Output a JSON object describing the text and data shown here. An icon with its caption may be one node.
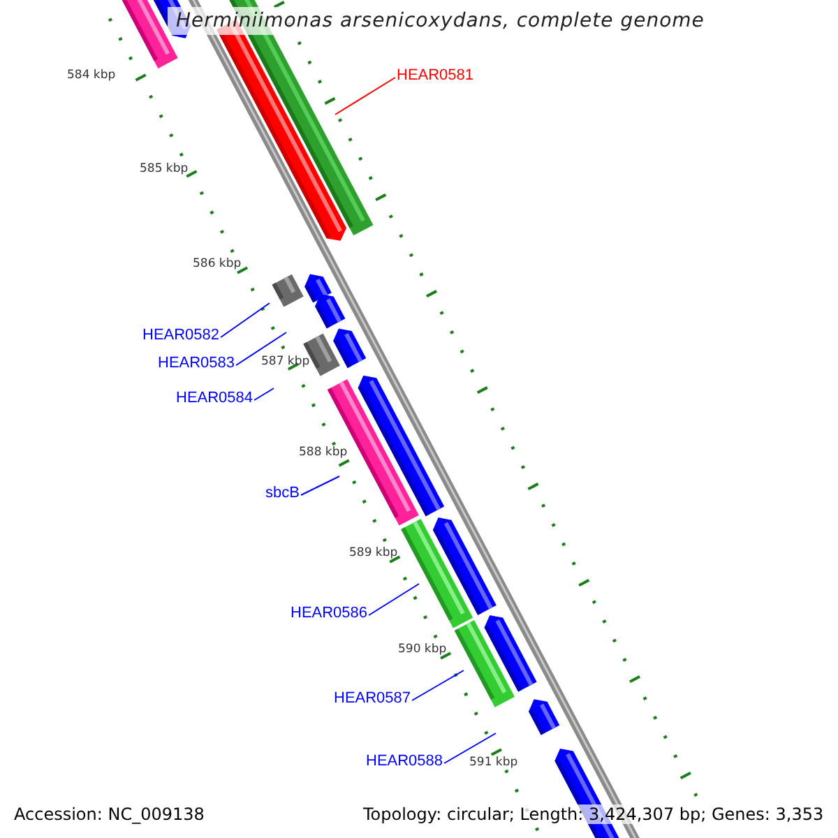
{
  "diagram": {
    "title": "Herminiimonas arsenicoxydans, complete genome",
    "nodes": [
      {
        "text": [
          "HEAR0581"
        ]
      },
      {
        "text": [
          "HEAR0582"
        ]
      },
      {
        "text": [
          "HEAR0583"
        ]
      },
      {
        "text": [
          "HEAR0584"
        ]
      },
      {
        "text": [
          "sbcB"
        ]
      },
      {
        "text": [
          "HEAR0586"
        ]
      },
      {
        "text": [
          "HEAR0587"
        ]
      },
      {
        "text": [
          "HEAR0588"
        ]
      }
    ],
    "edges": [
      {
        "from": 0,
        "to": null,
        "arrow": "none",
        "color": "#ff0000"
      },
      {
        "from": 1,
        "to": null,
        "arrow": "none"
      },
      {
        "from": 2,
        "to": null,
        "arrow": "none"
      },
      {
        "from": 3,
        "to": null,
        "arrow": "none"
      },
      {
        "from": 4,
        "to": null,
        "arrow": "none"
      },
      {
        "from": 5,
        "to": null,
        "arrow": "none"
      },
      {
        "from": 6,
        "to": null,
        "arrow": "none"
      },
      {
        "from": 7,
        "to": null,
        "arrow": "none"
      }
    ],
    "labels": [
      "584 kbp",
      "585 kbp",
      "586 kbp",
      "587 kbp",
      "588 kbp",
      "589 kbp",
      "590 kbp",
      "591 kbp",
      "Accession: NC_009138",
      "Topology: circular; Length: 3,424,307 bp; Genes: 3,353"
    ]
  }
}
